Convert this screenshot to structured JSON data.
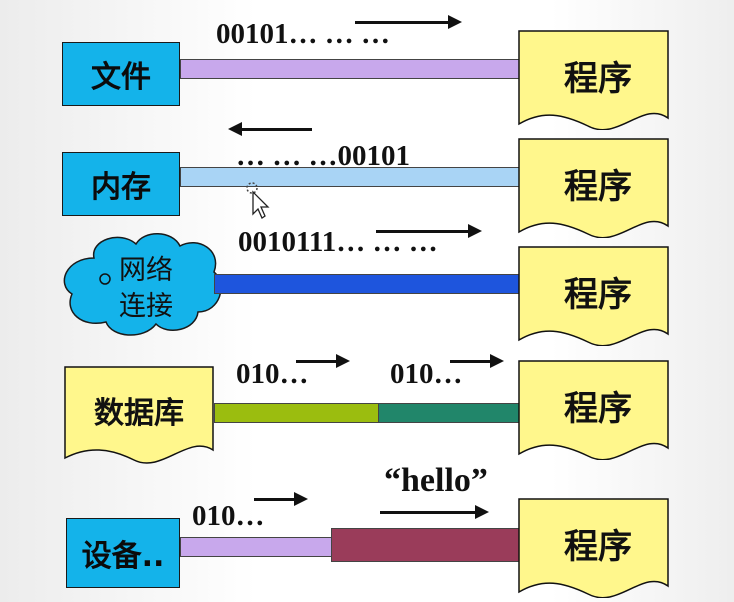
{
  "program_label": "程序",
  "rows": [
    {
      "source": "文件",
      "bits": "00101… … …",
      "arrow_dir": "right"
    },
    {
      "source": "内存",
      "bits": "… … …00101",
      "arrow_dir": "left"
    },
    {
      "source_line1": "网络",
      "source_line2": "连接",
      "bits": "0010111… … …"
    },
    {
      "source": "数据库",
      "bits_a": "010…",
      "bits_b": "010…"
    },
    {
      "source": "设备..",
      "bits": "010…",
      "hello": "“hello”"
    }
  ],
  "colors": {
    "blue_box": "#14b3ea",
    "yellow_box": "#fff78c",
    "pipe_violet": "#c8a8ec",
    "pipe_lightblue": "#a9d4f5",
    "pipe_blue": "#1e55dd",
    "pipe_green": "#9bbd0f",
    "pipe_teal": "#21866a",
    "pipe_maroon": "#9a3c5a"
  }
}
